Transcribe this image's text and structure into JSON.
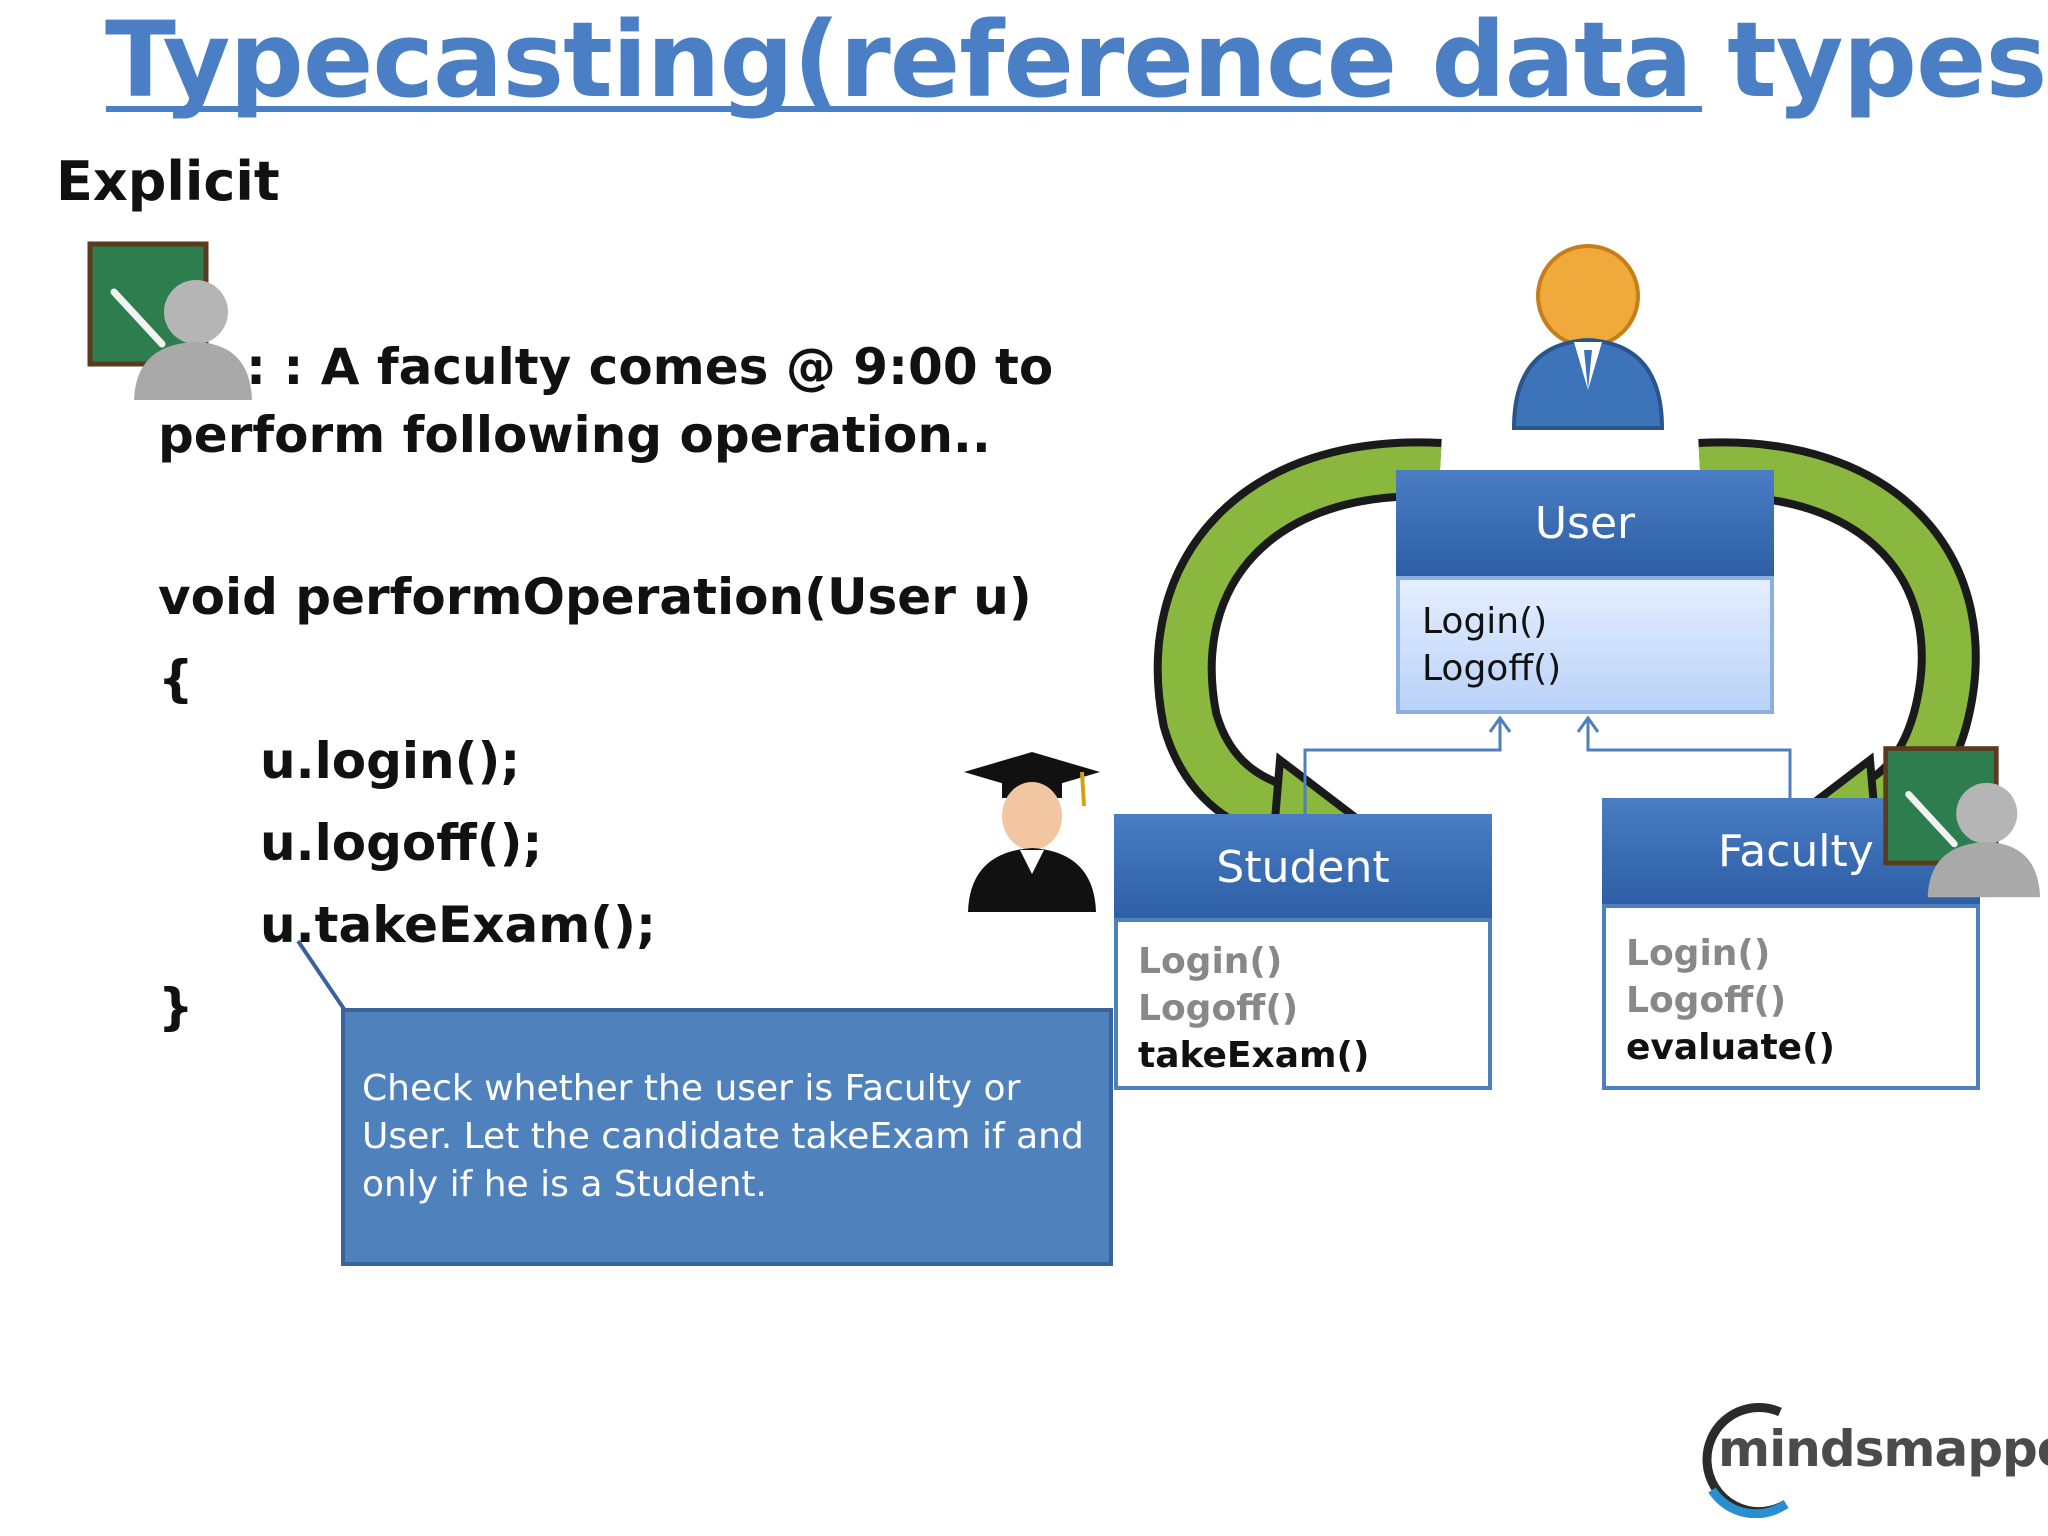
{
  "slide": {
    "title": "Typecasting(reference data types)",
    "subtitle": "Explicit",
    "intro_line1": ": : A faculty comes @ 9:00 to",
    "intro_line2": "perform following operation..",
    "code": {
      "signature": "void performOperation(User u)",
      "open_brace": "{",
      "line1": "u.login();",
      "line2": "u.logoff();",
      "line3": "u.takeExam();",
      "close_brace": "}"
    },
    "callout": "Check whether the user is Faculty or User. Let the candidate takeExam if and only if he is a Student."
  },
  "diagram": {
    "user": {
      "name": "User",
      "methods": [
        "Login()",
        "Logoff()"
      ]
    },
    "student": {
      "name": "Student",
      "methods": [
        "Login()",
        "Logoff()",
        "takeExam()"
      ]
    },
    "faculty": {
      "name": "Faculty",
      "methods": [
        "Login()",
        "Logoff()",
        "evaluate()"
      ]
    }
  },
  "icons": {
    "faculty_teacher": "teacher-icon",
    "graduate": "graduate-icon",
    "user_person": "user-icon",
    "logo": "mindsmapped-logo"
  },
  "logo": {
    "text": "mindsmapped"
  },
  "colors": {
    "title_blue": "#4a7fc6",
    "class_header": "#2d5ea6",
    "callout_bg": "#4f81bd",
    "arrow_green": "#8ab83e"
  }
}
